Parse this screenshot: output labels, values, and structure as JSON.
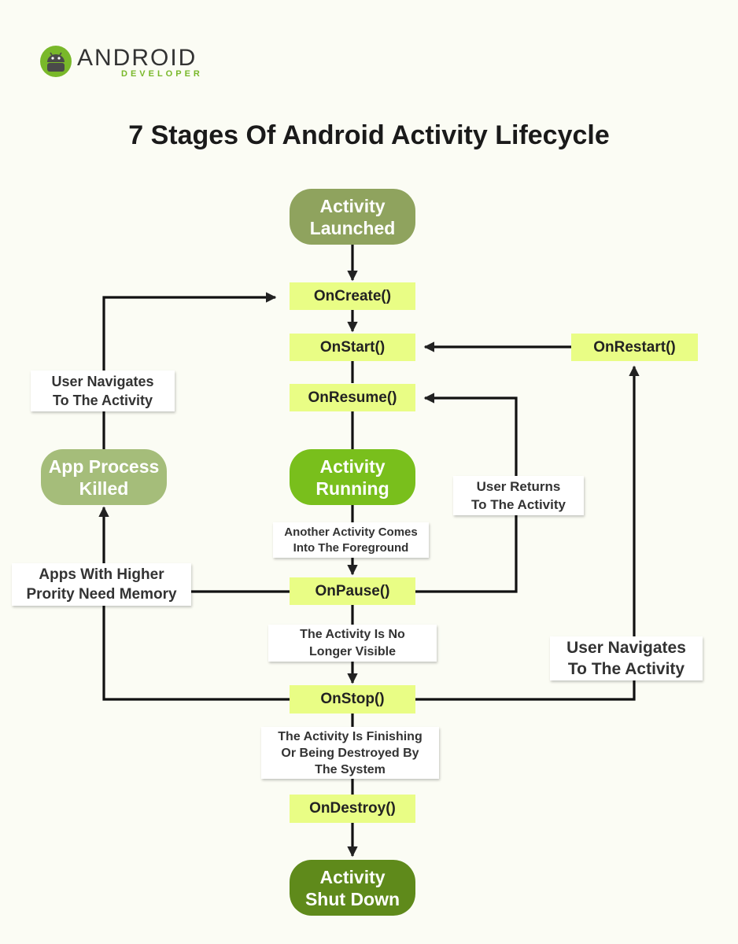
{
  "logo": {
    "brand": "ANDROID",
    "sub": "DEVELOPER"
  },
  "title": "7 Stages Of Android Activity Lifecycle",
  "states": {
    "launched": "Activity\nLaunched",
    "running": "Activity\nRunning",
    "killed": "App Process\nKilled",
    "shutdown": "Activity\nShut Down"
  },
  "methods": {
    "create": "OnCreate()",
    "start": "OnStart()",
    "resume": "OnResume()",
    "pause": "OnPause()",
    "stop": "OnStop()",
    "destroy": "OnDestroy()",
    "restart": "OnRestart()"
  },
  "labels": {
    "user_nav_left": "User Navigates\nTo The Activity",
    "user_returns": "User Returns\nTo The Activity",
    "another_activity": "Another Activity Comes\nInto The Foreground",
    "higher_priority": "Apps With Higher\nPrority Need Memory",
    "no_longer_visible": "The Activity Is No\nLonger Visible",
    "user_nav_right": "User Navigates\nTo The Activity",
    "finishing": "The Activity Is Finishing\nOr Being Destroyed By\nThe System"
  },
  "colors": {
    "background": "#fbfcf4",
    "launched": "#8fa35e",
    "running": "#79bf1c",
    "killed": "#a5bd7a",
    "shutdown": "#5f8a1b",
    "method_fill": "#e9fd85",
    "line": "#111111",
    "logo_green": "#79b82a"
  }
}
